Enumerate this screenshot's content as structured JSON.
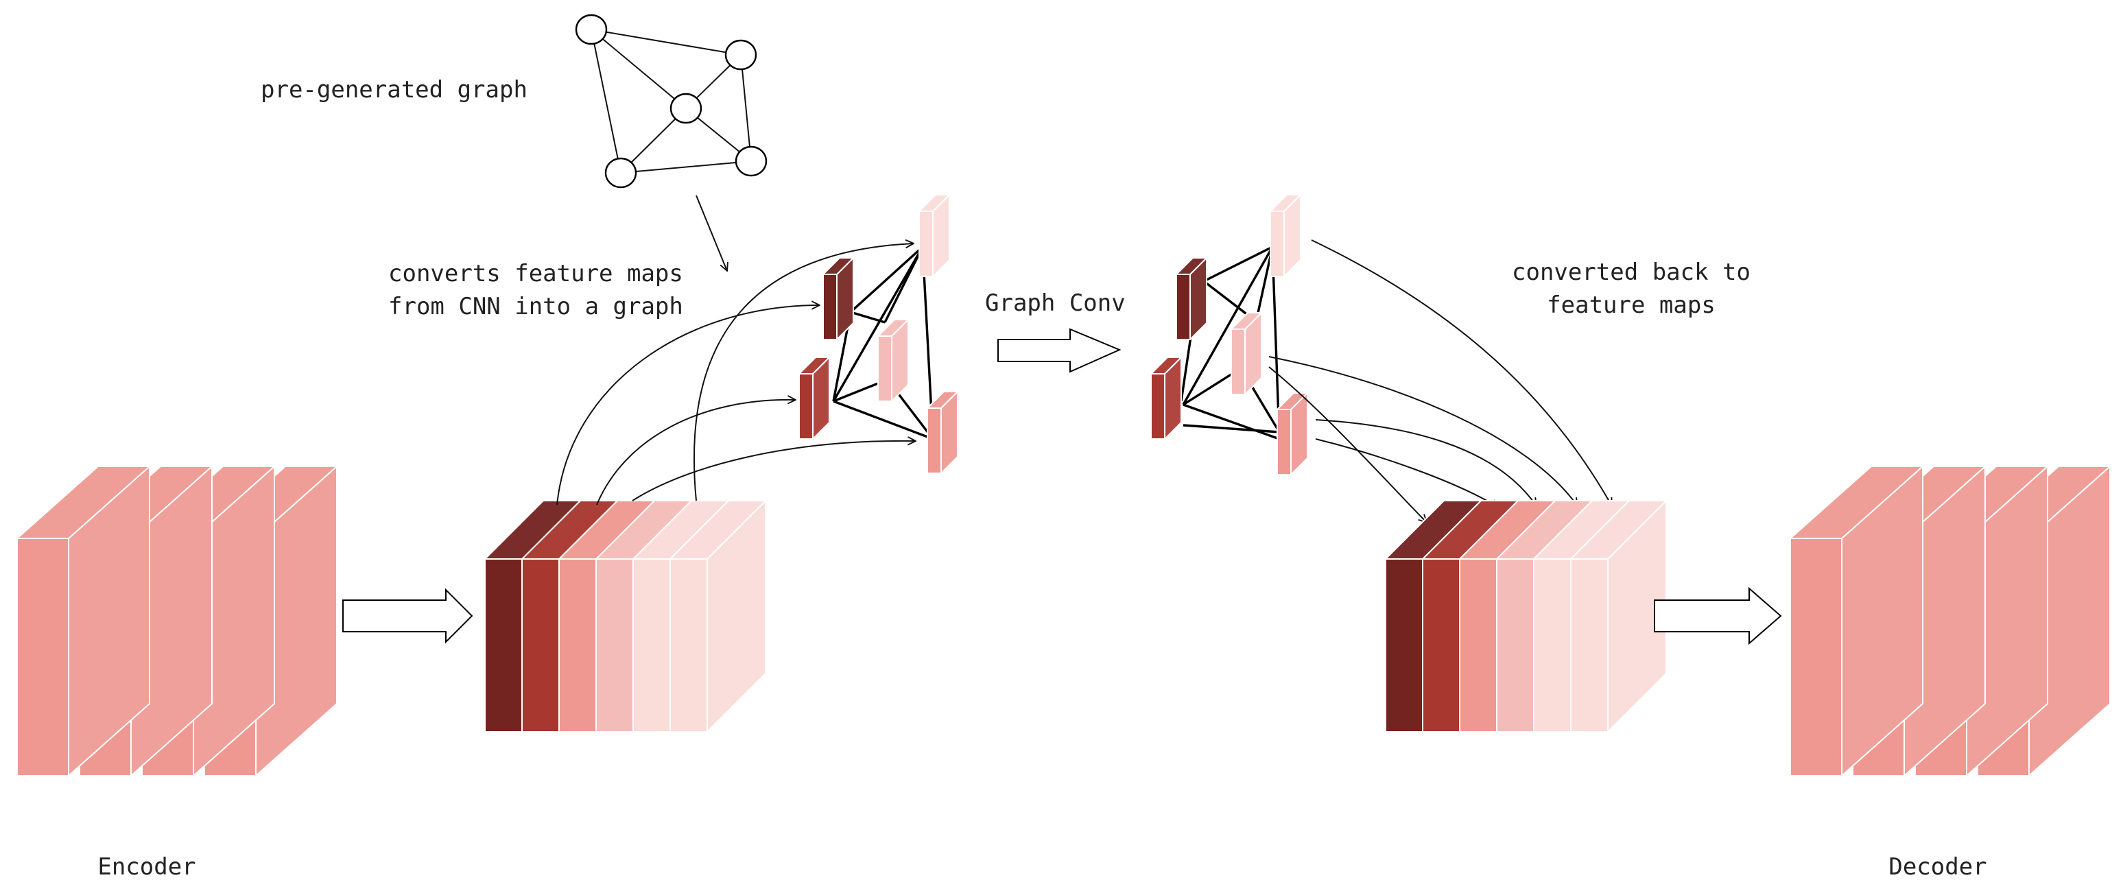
{
  "labels": {
    "pre_generated_graph": "pre-generated graph",
    "converts_line1": "converts feature maps",
    "converts_line2": "from CNN into a graph",
    "graph_conv": "Graph Conv",
    "converted_back_line1": "converted back to",
    "converted_back_line2": "feature maps",
    "encoder": "Encoder",
    "decoder": "Decoder"
  },
  "colors": {
    "darkest": "#732320",
    "dark": "#a8372f",
    "medium": "#ee9891",
    "light": "#f4bcb8",
    "lightest": "#fadcd9",
    "salmon": "#ee9891",
    "edge": "#000000"
  },
  "feature_map_colors": [
    "darkest",
    "dark",
    "medium",
    "light",
    "lightest",
    "lightest"
  ]
}
